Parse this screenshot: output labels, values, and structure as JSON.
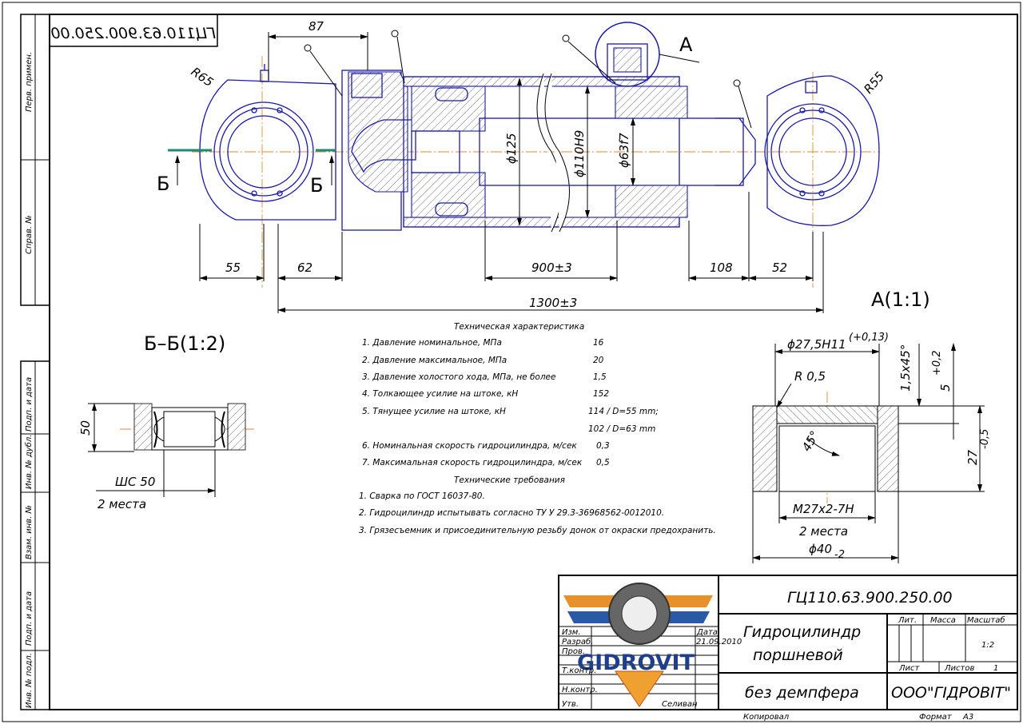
{
  "drawing": {
    "designation": "ГЦ110.63.900.250.00",
    "designation_mirrored": "ГЦ110.63.900.250.00",
    "view_labels": {
      "section_b": "Б",
      "view_a": "А",
      "view_a_scale": "А(1:1)",
      "section_bb": "Б–Б(1:2)"
    },
    "dimensions": {
      "top_87": "87",
      "r65": "R65",
      "r55": "R55",
      "d125": "ϕ125",
      "d110": "ϕ110H9",
      "d63": "ϕ63f7",
      "d55": "55",
      "d62": "62",
      "d900": "900±3",
      "d108": "108",
      "d52": "52",
      "d1300": "1300±3"
    },
    "section_bb": {
      "dim_50": "50",
      "bearing": "ШС 50",
      "places": "2 места"
    },
    "detail_a": {
      "bore": "ϕ27,5H11",
      "bore_tol": "(+0,13)",
      "radius": "R 0,5",
      "chamfer": "1,5x45°",
      "depth5": "5",
      "depth5_tol": "+0,2",
      "angle": "45°",
      "depth27": "27",
      "depth27_tol": "-0,5",
      "thread": "M27x2-7H",
      "places": "2 места",
      "outer": "ϕ40",
      "outer_tol": "-2"
    }
  },
  "specs": {
    "title": "Техническая характеристика",
    "rows": [
      {
        "label": "1. Давление номинальное, МПа",
        "value": "16"
      },
      {
        "label": "2. Давление максимальное, МПа",
        "value": "20"
      },
      {
        "label": "3. Давление холостого хода, МПа, не более",
        "value": "1,5"
      },
      {
        "label": "4. Толкающее усилие на штоке, кН",
        "value": "152"
      },
      {
        "label": "5. Тянущее усилие на штоке, кН",
        "value": "114 / D=55 mm;"
      },
      {
        "label": "",
        "value": "102 / D=63 mm"
      },
      {
        "label": "6. Номинальная скорость гидроцилиндра, м/сек",
        "value": "0,3"
      },
      {
        "label": "7. Максимальная скорость гидроцилиндра, м/сек",
        "value": "0,5"
      }
    ]
  },
  "requirements": {
    "title": "Технические требования",
    "items": [
      "1. Сварка по ГОСТ 16037-80.",
      "2. Гидроцилиндр испытывать согласно ТУ У 29.3-36968562-0012010.",
      "3. Грязесъемник и присоединительную резьбу донок от окраски предохранить."
    ]
  },
  "title_block": {
    "designation": "ГЦ110.63.900.250.00",
    "name_line1": "Гидроцилиндр",
    "name_line2": "поршневой",
    "name_line3": "без демпфера",
    "company": "ООО\"ГІДРОВІТ\"",
    "hdr_lit": "Лит.",
    "hdr_mass": "Масса",
    "hdr_scale": "Масштаб",
    "scale": "1:2",
    "sheet": "Лист",
    "sheets": "Листов",
    "sheets_count": "1",
    "copied": "Копировал",
    "format": "Формат",
    "format_value": "А3",
    "rows": {
      "izm": "Изм.",
      "razrab": "Разраб.",
      "prov": "Пров.",
      "tkontr": "Т.контр.",
      "nkontr": "Н.контр.",
      "utv": "Утв.",
      "data": "Дата",
      "date_value": "21.09.2010",
      "selivan": "Селиван"
    },
    "logo_text": "GIDROVIT"
  },
  "side_labels": {
    "perv_primen": "Перв. примен.",
    "sprav_no": "Справ. №",
    "podp_data_1": "Подп. и дата",
    "inv_dubl": "Инв. № дубл.",
    "vzam_inv": "Взам. инв. №",
    "podp_data_2": "Подп. и дата",
    "inv_podl": "Инв. № подл."
  },
  "colors": {
    "outline": "#1a1aa8",
    "centerline": "#e08a2c",
    "frame": "#000000",
    "accent_teal": "#1a8a7a"
  }
}
